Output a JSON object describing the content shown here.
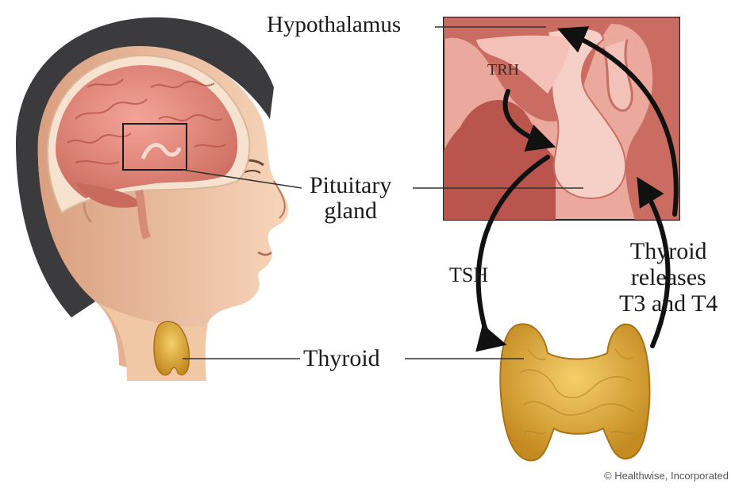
{
  "labels": {
    "hypothalamus": "Hypothalamus",
    "pituitary_line1": "Pituitary",
    "pituitary_line2": "gland",
    "thyroid": "Thyroid",
    "trh": "TRH",
    "tsh": "TSH",
    "releases_line1": "Thyroid",
    "releases_line2": "releases",
    "releases_line3": "T3 and T4"
  },
  "credit": "© Healthwise, Incorporated",
  "colors": {
    "hair": "#3b3a3d",
    "skin": "#f2c9a8",
    "skin_shadow": "#e3ad88",
    "brain": "#e58b7e",
    "brain_dark": "#c45f56",
    "inset_bg": "#e9a59a",
    "tissue_dark": "#c7655c",
    "tissue_light": "#f6cfc6",
    "thyroid": "#e2ad3d",
    "thyroid_dark": "#b9821d",
    "arrow": "#111111"
  }
}
